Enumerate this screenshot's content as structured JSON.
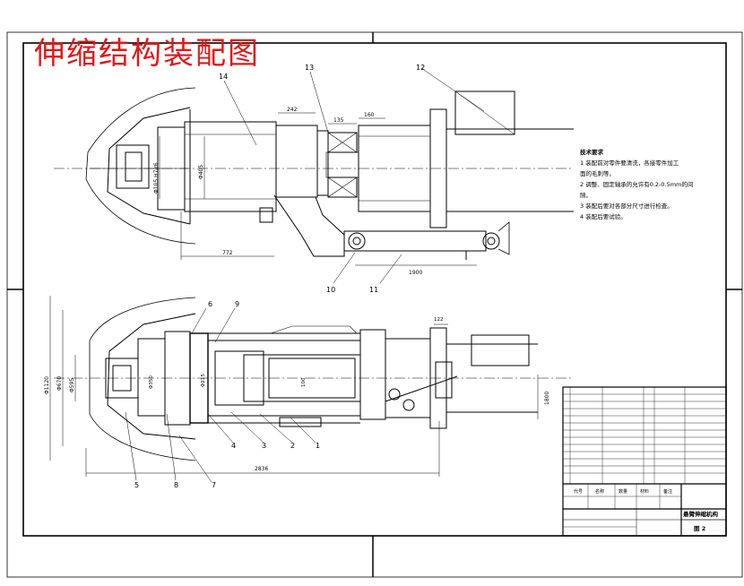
{
  "title": "伸缩结构装配图",
  "tech_requirements": {
    "heading": "技术要求",
    "items": [
      "1 装配前对零件要清洗，各接零件加工",
      "  面的毛刺等。",
      "2 调整、固定轴承的允许有0.2-0.5mm的间",
      "  隙。",
      "3 装配后要对各部分尺寸进行检查。",
      "4 装配后要试验。"
    ]
  },
  "top_view": {
    "part_labels": [
      "14",
      "13",
      "12",
      "10",
      "11"
    ],
    "dimensions": [
      "242",
      "135",
      "160",
      "772",
      "1900",
      "Φ405",
      "Φ105 H7/r6"
    ]
  },
  "bottom_view": {
    "part_labels": [
      "6",
      "9",
      "4",
      "3",
      "2",
      "1",
      "5",
      "8",
      "7"
    ],
    "dimensions": [
      "Φ1120",
      "Φ670",
      "Φ595",
      "Φ350",
      "Φ215",
      "2836",
      "122",
      "100",
      "1800"
    ]
  },
  "title_block": {
    "drawing_name": "悬臂伸缩机构",
    "drawing_no": "图 2",
    "cols": [
      "代号",
      "名称",
      "数量",
      "材料",
      "备注"
    ]
  }
}
